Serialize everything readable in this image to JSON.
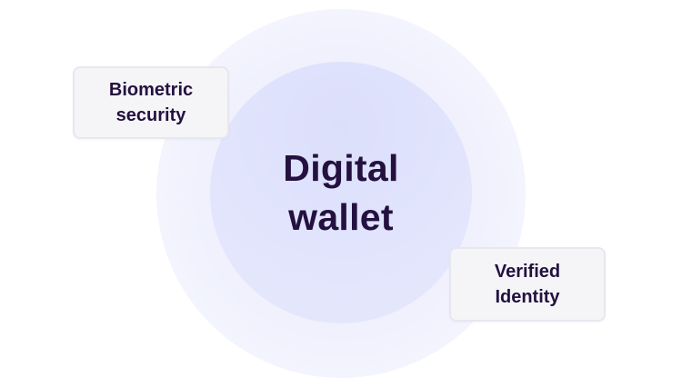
{
  "diagram": {
    "center": {
      "title_line1": "Digital",
      "title_line2": "wallet"
    },
    "features": [
      {
        "line1": "Biometric",
        "line2": "security"
      },
      {
        "line1": "Verified",
        "line2": "Identity"
      }
    ]
  },
  "colors": {
    "text": "#24113f",
    "inner_circle": "#e2e5fc",
    "outer_ring": "#f0f1fd",
    "card_background": "#f5f5f8",
    "card_border": "#e7e7ee"
  }
}
